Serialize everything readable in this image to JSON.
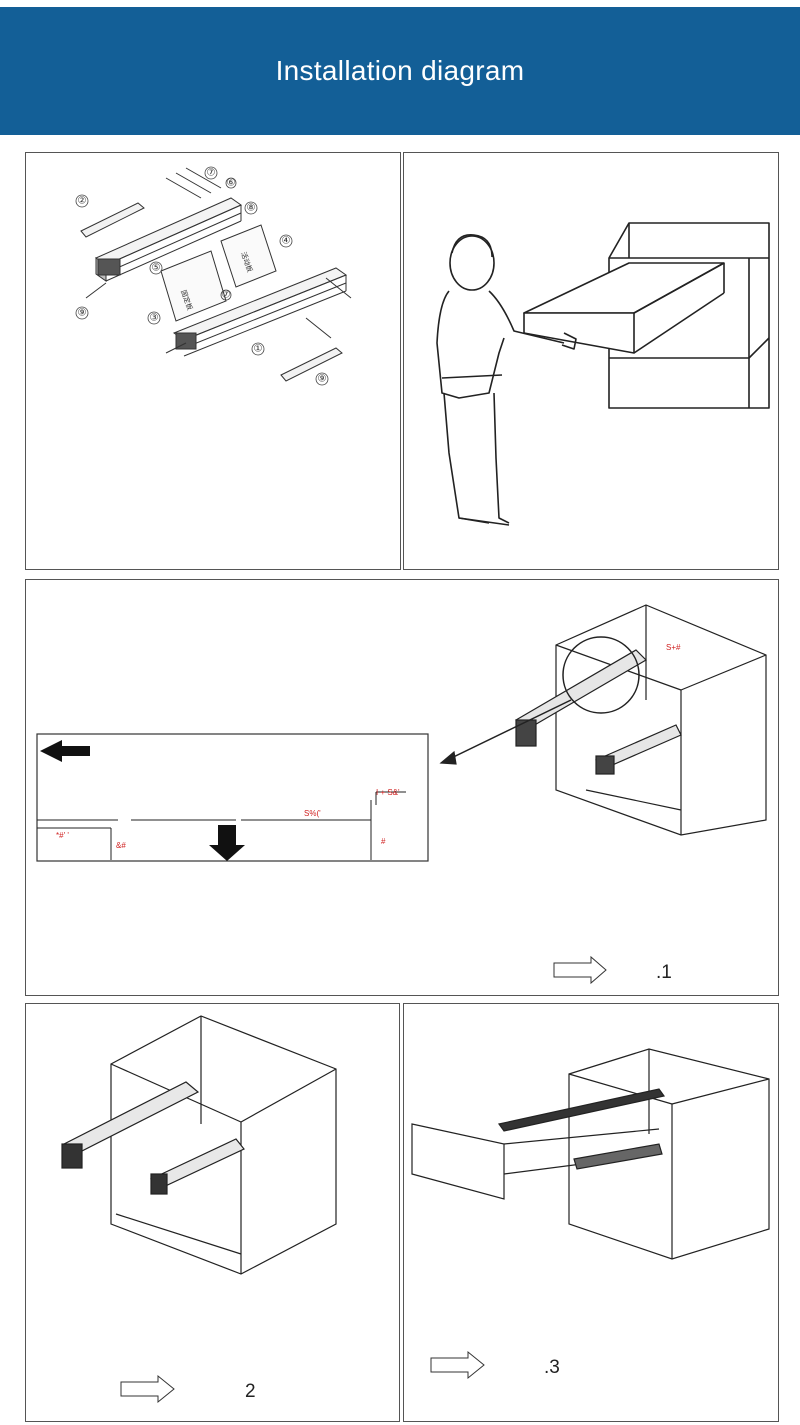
{
  "header": {
    "title": "Installation diagram",
    "background": "#135f97"
  },
  "panel_parts": {
    "callouts": [
      "②",
      "⑦",
      "⑥",
      "⑧",
      "④",
      "⑤",
      "③",
      "⑦",
      "⑨",
      "①",
      "⑨"
    ],
    "board_labels": [
      "固定板",
      "活动板"
    ]
  },
  "panel_install": {
    "dims": {
      "corner_label": "S+#",
      "right_top_label": "I + S&'",
      "mid_label": "S%('",
      "left_label": "*#' '",
      "left_height_label": "&#",
      "right_height_label": "#"
    },
    "step_number": ".1"
  },
  "panel_step2": {
    "step_number": "2"
  },
  "panel_step3": {
    "step_number": ".3"
  },
  "icons": {
    "step_arrow": "hollow-arrow-icon",
    "direction_arrow": "solid-arrow-icon"
  }
}
